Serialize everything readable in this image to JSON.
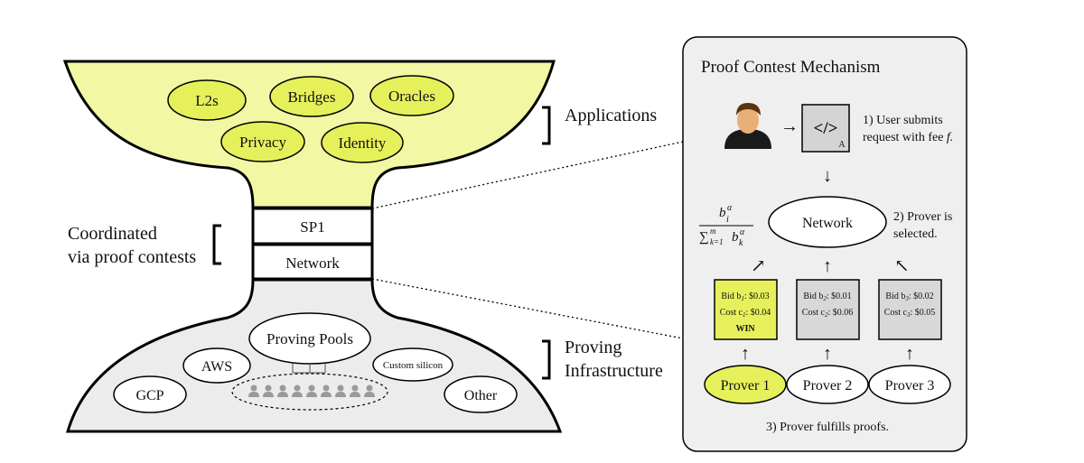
{
  "hourglass": {
    "applications": [
      "L2s",
      "Bridges",
      "Oracles",
      "Privacy",
      "Identity"
    ],
    "applications_label": "Applications",
    "sp1": "SP1",
    "network": "Network",
    "coordinated_label_1": "Coordinated",
    "coordinated_label_2": "via proof contests",
    "infrastructure": [
      "Proving Pools",
      "AWS",
      "Custom silicon",
      "GCP",
      "Other"
    ],
    "proving_label_1": "Proving",
    "proving_label_2": "Infrastructure"
  },
  "panel": {
    "title": "Proof Contest Mechanism",
    "code_glyph": "</>",
    "code_sub": "A",
    "step1_line1": "1) User submits",
    "step1_line2": "request with fee",
    "step1_fee_var": "f.",
    "network": "Network",
    "step2_line1": "2) Prover is",
    "step2_line2": "selected.",
    "step3": "3) Prover fulfills proofs.",
    "win_label": "WIN",
    "arrow_right": "→",
    "arrow_down": "↓",
    "arrow_up": "↑",
    "arrow_up_right": "↗",
    "arrow_up_left": "↖",
    "bids": [
      {
        "bid_label": "Bid b",
        "bid_sub": "1",
        "bid_value": ": $0.03",
        "cost_label": "Cost c",
        "cost_sub": "1",
        "cost_value": ": $0.04",
        "winner": true,
        "prover": "Prover 1"
      },
      {
        "bid_label": "Bid b",
        "bid_sub": "2",
        "bid_value": ": $0.01",
        "cost_label": "Cost c",
        "cost_sub": "2",
        "cost_value": ": $0.06",
        "winner": false,
        "prover": "Prover 2"
      },
      {
        "bid_label": "Bid b",
        "bid_sub": "3",
        "bid_value": ": $0.02",
        "cost_label": "Cost c",
        "cost_sub": "3",
        "cost_value": ": $0.05",
        "winner": false,
        "prover": "Prover 3"
      }
    ],
    "formula": {
      "num": "b",
      "num_sub": "i",
      "num_sup": "α",
      "den_sum": "∑",
      "den_sum_sup": "m",
      "den_sum_sub": "k=1",
      "den_b": "b",
      "den_b_sub": "k",
      "den_b_sup": "α"
    }
  },
  "colors": {
    "highlight": "#f1f7a3",
    "node_fill": "#e6f05a",
    "gray_fill": "#ececec",
    "bid_gray": "#d8d8d8",
    "panel_bg": "#efefef"
  },
  "icons": [
    "user-avatar-icon",
    "code-icon",
    "person-icon"
  ]
}
